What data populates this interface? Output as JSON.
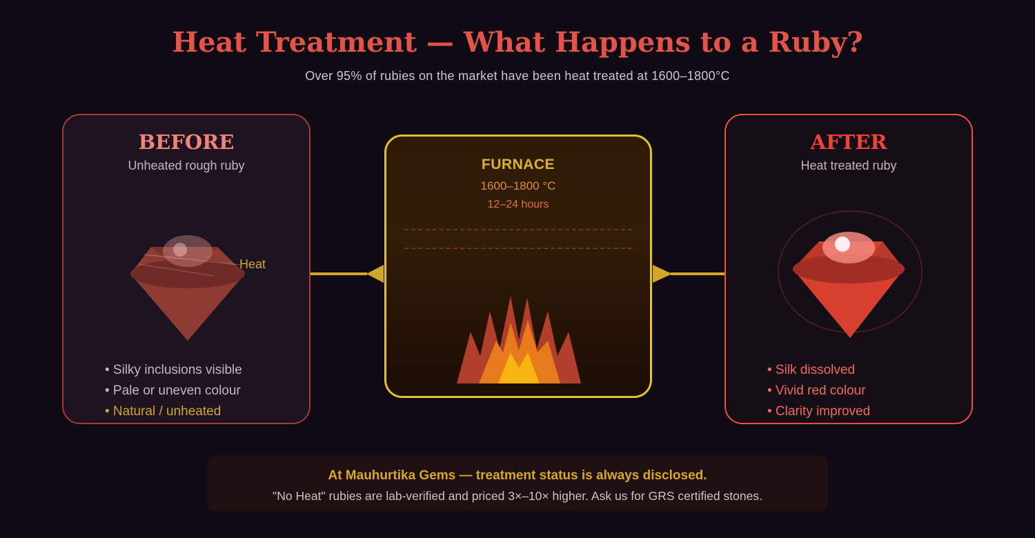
{
  "header": {
    "title": "Heat Treatment — What Happens to a Ruby?",
    "subtitle": "Over 95% of rubies on the market have been heat treated at 1600–1800°C"
  },
  "before": {
    "title": "BEFORE",
    "subtitle": "Unheated rough ruby",
    "bullets": [
      {
        "text": "• Silky inclusions visible"
      },
      {
        "text": "• Pale or uneven colour"
      },
      {
        "text": "• Natural / unheated"
      }
    ]
  },
  "furnace": {
    "title": "FURNACE",
    "temperature": "1600–1800 °C",
    "duration": "12–24 hours"
  },
  "after": {
    "title": "AFTER",
    "subtitle": "Heat treated ruby",
    "bullets": [
      {
        "text": "• Silk dissolved"
      },
      {
        "text": "• Vivid red colour"
      },
      {
        "text": "• Clarity improved"
      }
    ]
  },
  "flow": {
    "heat_label": "Heat"
  },
  "footer": {
    "title": "At Mauhurtika Gems — treatment status is always disclosed.",
    "text": "\"No Heat\" rubies are lab-verified and priced 3×–10× higher. Ask us for GRS certified stones."
  },
  "colors": {
    "bg": "#0f0a13",
    "title_red": "#e25449",
    "subtitle_gray": "#cfc5d6",
    "panel_text": "#c9b4ba",
    "yellow": "#d2a629",
    "before_border": "#a23c35",
    "before_bg": "#1e1320",
    "before_title": "#f4837b",
    "furnace_border": "#e4c12f",
    "furnace_title": "#dcb32c",
    "furnace_temp": "#df8a3f",
    "furnace_time": "#e0713f",
    "dash": "#6e351c",
    "after_border": "#ef4f3e",
    "after_bg": "#150e17",
    "after_title": "#ef4238",
    "after_bullet": "#ee6a5c",
    "footer_bg": "#1e0f11",
    "footer_title": "#d9a82b",
    "footer_text": "#cdc2c6",
    "flame_red": "#b03f2c",
    "flame_orange": "#e87a1e",
    "flame_yellow": "#f7b411",
    "ruby_before": "#8e3b33",
    "ruby_before_dark": "#6f2b25",
    "ruby_after": "#d7402f",
    "ruby_after_dark": "#a12d24",
    "ring": "#55201d"
  }
}
